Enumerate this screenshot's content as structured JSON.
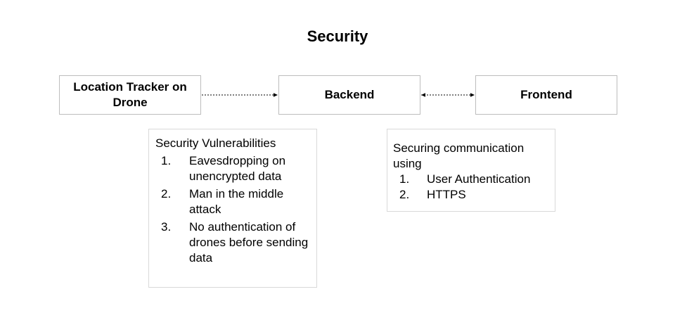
{
  "title": "Security",
  "nodes": {
    "tracker": "Location Tracker on Drone",
    "backend": "Backend",
    "frontend": "Frontend"
  },
  "notes": {
    "vulnerabilities": {
      "heading": "Security Vulnerabilities",
      "items": [
        {
          "num": "1.",
          "text": "Eavesdropping on unencrypted data"
        },
        {
          "num": "2.",
          "text": "Man in the middle attack"
        },
        {
          "num": "3.",
          "text": "No authentication of drones before sending data"
        }
      ]
    },
    "securing": {
      "heading": "Securing communication using",
      "items": [
        {
          "num": "1.",
          "text": "User Authentication"
        },
        {
          "num": "2.",
          "text": "HTTPS"
        }
      ]
    }
  },
  "colors": {
    "node_border": "#bdbdbd",
    "note_border": "#d9d9d9",
    "edge": "#000000"
  }
}
